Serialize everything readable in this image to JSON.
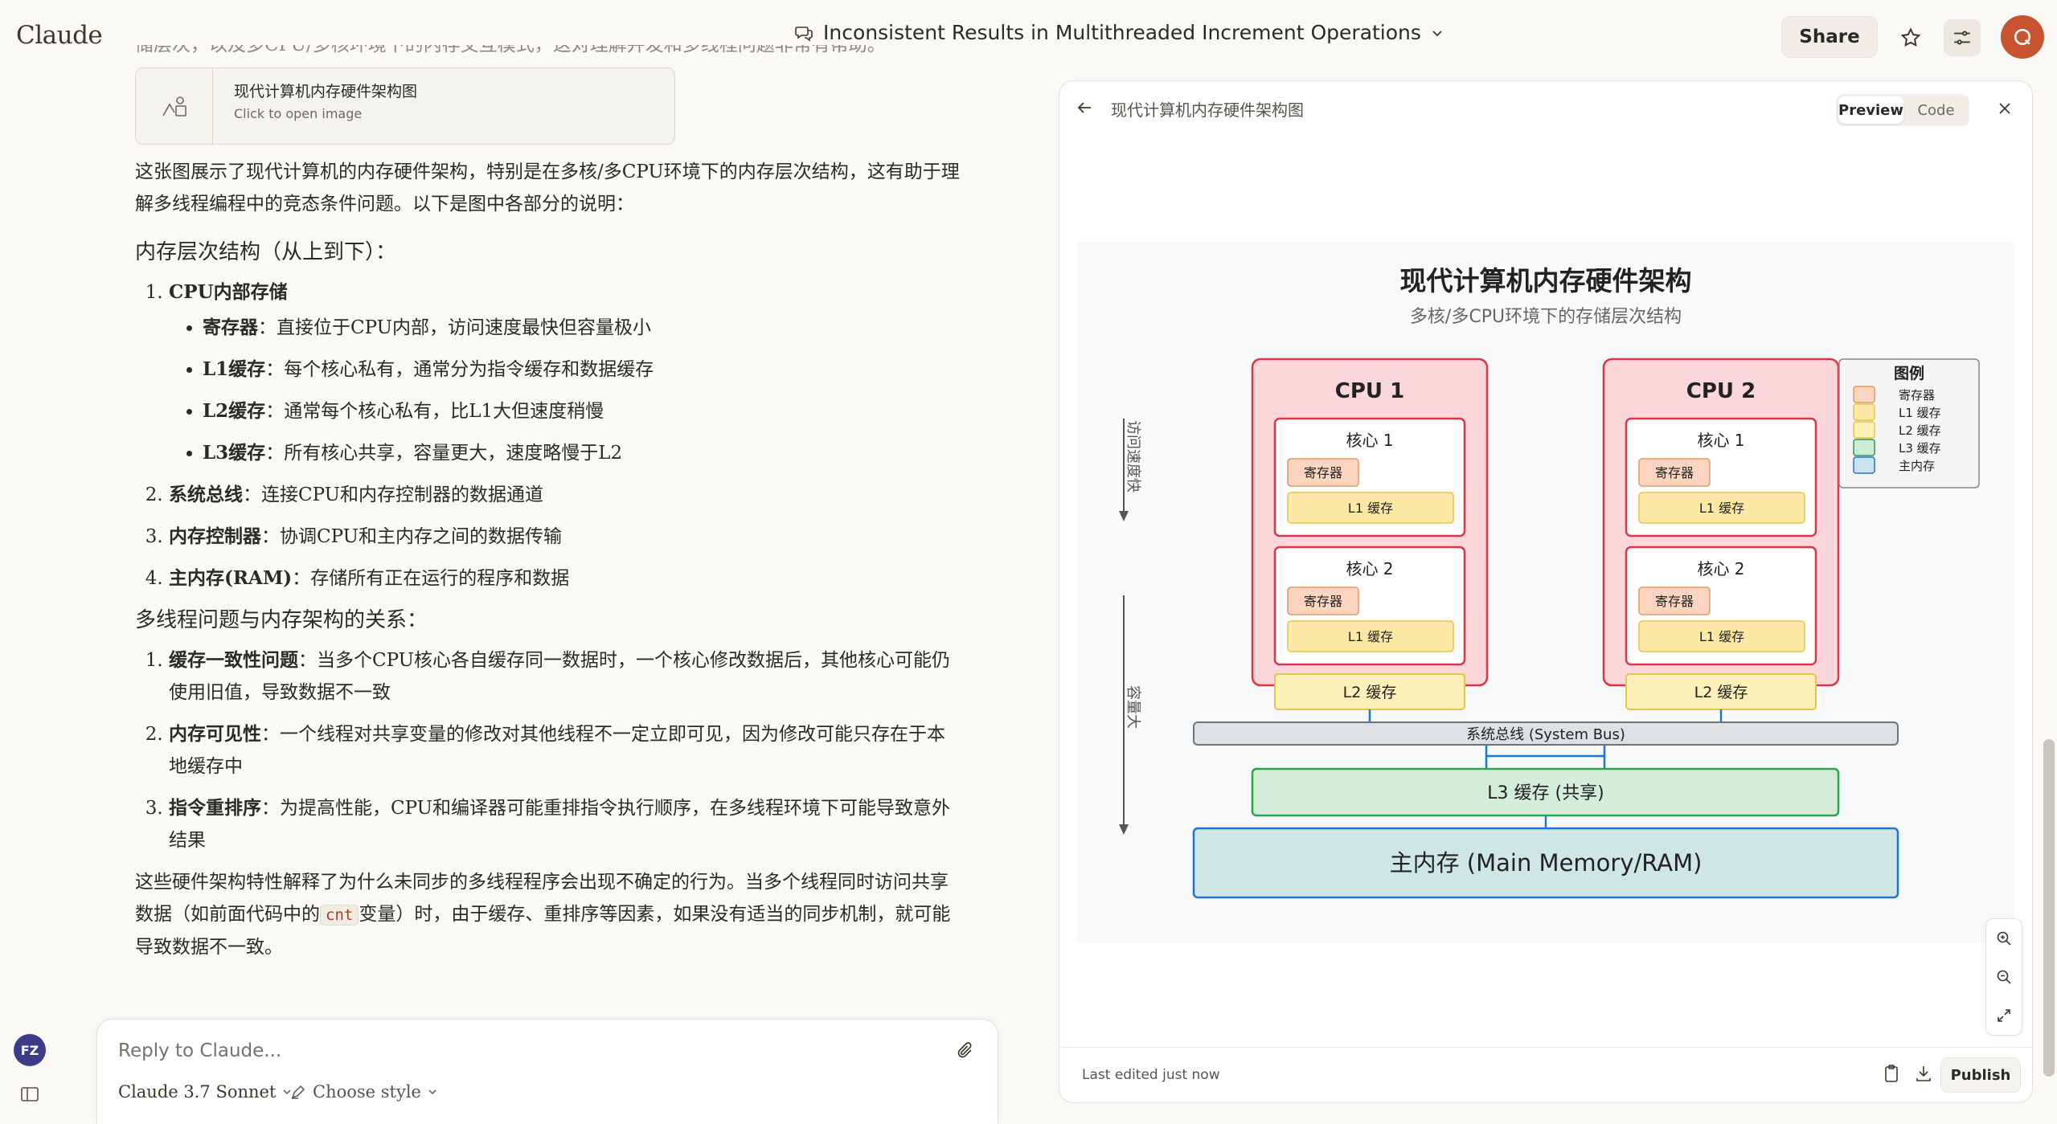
{
  "app": {
    "brand": "Claude",
    "title": "Inconsistent Results in Multithreaded Increment Operations"
  },
  "header": {
    "share_label": "Share"
  },
  "user": {
    "initials": "FZ"
  },
  "chat": {
    "fade_text": "储层次，以及多CPU/多核环境下的内存交互模式，这对理解并发和多线程问题非常有帮助。",
    "attachment": {
      "title": "现代计算机内存硬件架构图",
      "subtitle": "Click to open image"
    },
    "intro": "这张图展示了现代计算机的内存硬件架构，特别是在多核/多CPU环境下的内存层次结构，这有助于理解多线程编程中的竞态条件问题。以下是图中各部分的说明：",
    "h1": "内存层次结构（从上到下）：",
    "h1_items": [
      {
        "bold": "CPU内部存储",
        "text": ""
      },
      {
        "bold": "系统总线",
        "text": "：连接CPU和内存控制器的数据通道"
      },
      {
        "bold": "内存控制器",
        "text": "：协调CPU和主内存之间的数据传输"
      },
      {
        "bold": "主内存(RAM)",
        "text": "：存储所有正在运行的程序和数据"
      }
    ],
    "cpu_sub": [
      {
        "bold": "寄存器",
        "text": "：直接位于CPU内部，访问速度最快但容量极小"
      },
      {
        "bold": "L1缓存",
        "text": "：每个核心私有，通常分为指令缓存和数据缓存"
      },
      {
        "bold": "L2缓存",
        "text": "：通常每个核心私有，比L1大但速度稍慢"
      },
      {
        "bold": "L3缓存",
        "text": "：所有核心共享，容量更大，速度略慢于L2"
      }
    ],
    "h2": "多线程问题与内存架构的关系：",
    "h2_items": [
      {
        "bold": "缓存一致性问题",
        "text": "：当多个CPU核心各自缓存同一数据时，一个核心修改数据后，其他核心可能仍使用旧值，导致数据不一致"
      },
      {
        "bold": "内存可见性",
        "text": "：一个线程对共享变量的修改对其他线程不一定立即可见，因为修改可能只存在于本地缓存中"
      },
      {
        "bold": "指令重排序",
        "text": "：为提高性能，CPU和编译器可能重排指令执行顺序，在多线程环境下可能导致意外结果"
      }
    ],
    "closing_before": "这些硬件架构特性解释了为什么未同步的多线程程序会出现不确定的行为。当多个线程同时访问共享数据（如前面代码中的",
    "closing_code": "cnt",
    "closing_after": "变量）时，由于缓存、重排序等因素，如果没有适当的同步机制，就可能导致数据不一致。"
  },
  "reply": {
    "placeholder": "Reply to Claude...",
    "model": "Claude 3.7 Sonnet",
    "style": "Choose style"
  },
  "artifact": {
    "title": "现代计算机内存硬件架构图",
    "tab_preview": "Preview",
    "tab_code": "Code",
    "last_edited": "Last edited just now",
    "publish_label": "Publish",
    "diagram": {
      "title": "现代计算机内存硬件架构",
      "subtitle": "多核/多CPU环境下的存储层次结构",
      "speed_label": "访问速度快",
      "capacity_label": "容量大",
      "cpus": [
        {
          "name": "CPU 1",
          "cores": [
            {
              "name": "核心 1"
            },
            {
              "name": "核心 2"
            }
          ],
          "l2": "L2 缓存"
        },
        {
          "name": "CPU 2",
          "cores": [
            {
              "name": "核心 1"
            },
            {
              "name": "核心 2"
            }
          ],
          "l2": "L2 缓存"
        }
      ],
      "register_label": "寄存器",
      "l1_label": "L1 缓存",
      "bus_label": "系统总线 (System Bus)",
      "l3_label": "L3 缓存 (共享)",
      "ram_label": "主内存 (Main Memory/RAM)",
      "legend": {
        "title": "图例",
        "items": [
          {
            "label": "寄存器",
            "color": "#fbd5c0",
            "stroke": "#e8955f"
          },
          {
            "label": "L1 缓存",
            "color": "#fde9a6",
            "stroke": "#e6c44a"
          },
          {
            "label": "L2 缓存",
            "color": "#fdf0b8",
            "stroke": "#e6c44a"
          },
          {
            "label": "L3 缓存",
            "color": "#cdebd3",
            "stroke": "#2d9a47"
          },
          {
            "label": "主内存",
            "color": "#c9e3ef",
            "stroke": "#1f74d4"
          }
        ]
      },
      "colors": {
        "cpu_fill": "#f9d7da",
        "cpu_stroke": "#dc3545",
        "bus_fill": "#dee0e3",
        "l3_fill": "#d4edda",
        "l3_stroke": "#28a745",
        "ram_fill": "#cfe7e4",
        "ram_stroke": "#1f74d4"
      }
    }
  }
}
